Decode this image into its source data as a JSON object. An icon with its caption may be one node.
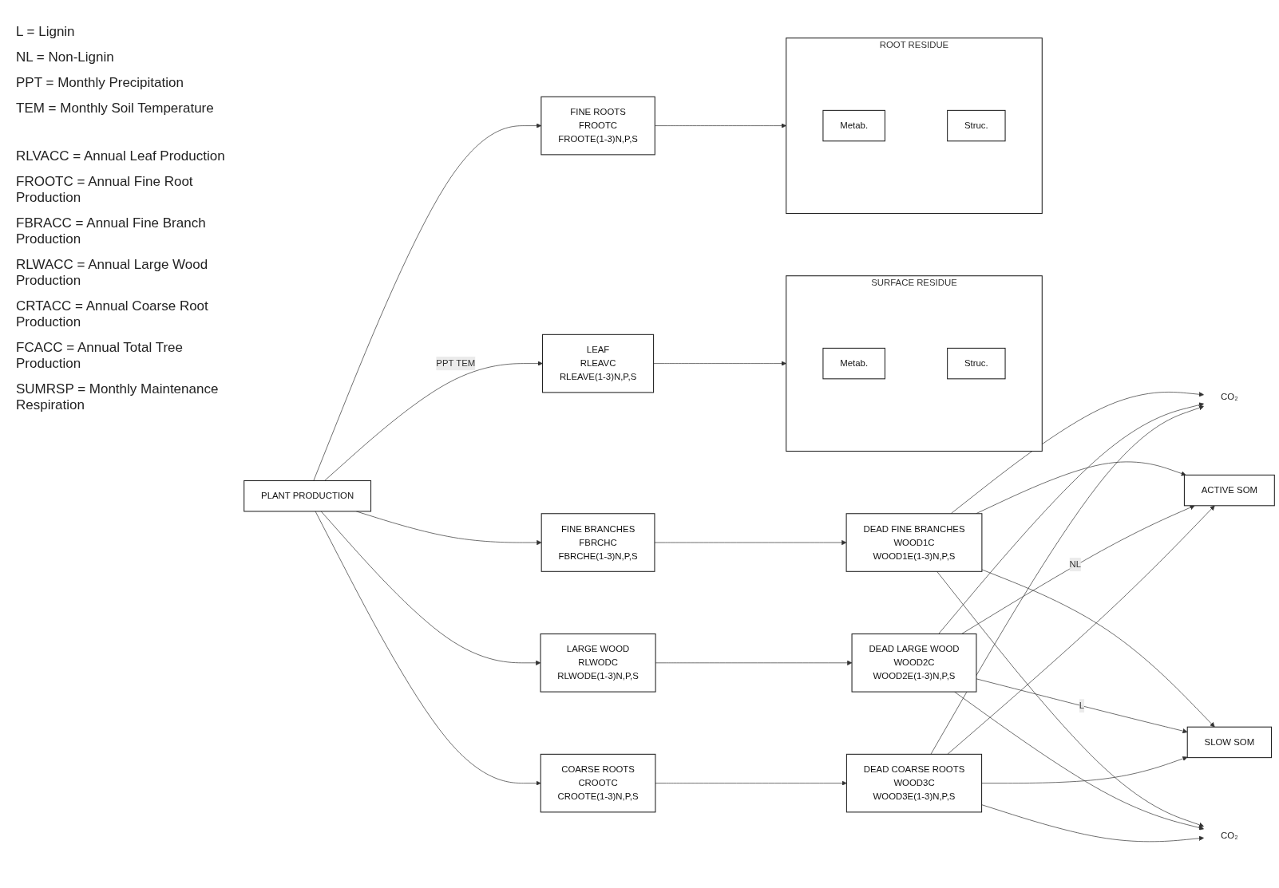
{
  "diagram": {
    "nodes": [
      {
        "text": [
          "PLANT PRODUCTION"
        ]
      },
      {
        "text": [
          "LEAF",
          "RLEAVC",
          "RLEAVE(1-3)N,P,S"
        ]
      },
      {
        "text": [
          "SURFACE RESIDUE"
        ]
      },
      {
        "text": [
          "Metab."
        ],
        "in": 2
      },
      {
        "text": [
          "Struc."
        ],
        "in": 2
      },
      {
        "text": [
          "FINE ROOTS",
          "FROOTC",
          "FROOTE(1-3)N,P,S"
        ]
      },
      {
        "text": [
          "ROOT RESIDUE"
        ]
      },
      {
        "text": [
          "Metab."
        ],
        "in": 6
      },
      {
        "text": [
          "Struc."
        ],
        "in": 6
      },
      {
        "text": [
          "CO₂"
        ]
      },
      {
        "text": [
          "ACTIVE SOM"
        ]
      },
      {
        "text": [
          "FINE BRANCHES",
          "FBRCHC",
          "FBRCHE(1-3)N,P,S"
        ]
      },
      {
        "text": [
          "DEAD FINE BRANCHES",
          "WOOD1C",
          "WOOD1E(1-3)N,P,S"
        ]
      },
      {
        "text": [
          "LARGE WOOD",
          "RLWODC",
          "RLWODE(1-3)N,P,S"
        ]
      },
      {
        "text": [
          "DEAD LARGE WOOD",
          "WOOD2C",
          "WOOD2E(1-3)N,P,S"
        ]
      },
      {
        "text": [
          "SLOW SOM"
        ]
      },
      {
        "text": [
          "CO₂"
        ]
      },
      {
        "text": [
          "COARSE ROOTS",
          "CROOTC",
          "CROOTE(1-3)N,P,S"
        ]
      },
      {
        "text": [
          "DEAD COARSE ROOTS",
          "WOOD3C",
          "WOOD3E(1-3)N,P,S"
        ]
      }
    ],
    "edges": [
      {
        "from": 0,
        "to": 1,
        "arrow": "to",
        "label": "PPT TEM"
      },
      {
        "from": 0,
        "to": 5,
        "arrow": "to"
      },
      {
        "from": 0,
        "to": 11,
        "arrow": "to"
      },
      {
        "from": 0,
        "to": 13,
        "arrow": "to"
      },
      {
        "from": 0,
        "to": 17,
        "arrow": "to"
      },
      {
        "from": 1,
        "to": 2,
        "arrow": "to"
      },
      {
        "from": 5,
        "to": 6,
        "arrow": "to"
      },
      {
        "from": 11,
        "to": 12,
        "arrow": "to"
      },
      {
        "from": 13,
        "to": 14,
        "arrow": "to"
      },
      {
        "from": 17,
        "to": 18,
        "arrow": "to"
      },
      {
        "from": 12,
        "to": 9,
        "arrow": "to"
      },
      {
        "from": 12,
        "to": 10,
        "arrow": "to"
      },
      {
        "from": 12,
        "to": 15,
        "arrow": "to"
      },
      {
        "from": 12,
        "to": 16,
        "arrow": "to"
      },
      {
        "from": 14,
        "to": 9,
        "arrow": "to"
      },
      {
        "from": 14,
        "to": 10,
        "arrow": "to",
        "label": "NL"
      },
      {
        "from": 14,
        "to": 15,
        "arrow": "to",
        "label": "L"
      },
      {
        "from": 14,
        "to": 16,
        "arrow": "to"
      },
      {
        "from": 18,
        "to": 9,
        "arrow": "to"
      },
      {
        "from": 18,
        "to": 10,
        "arrow": "to"
      },
      {
        "from": 18,
        "to": 15,
        "arrow": "to"
      },
      {
        "from": 18,
        "to": 16,
        "arrow": "to"
      }
    ],
    "labels": [
      "L = Lignin",
      "NL = Non-Lignin",
      "PPT = Monthly Precipitation",
      "TEM = Monthly Soil Temperature",
      "RLVACC = Annual Leaf Production",
      "FROOTC = Annual Fine Root Production",
      "FBRACC = Annual Fine Branch Production",
      "RLWACC = Annual Large Wood Production",
      "CRTACC = Annual Coarse Root Production",
      "FCACC = Annual Total Tree Production",
      "SUMRSP = Monthly Maintenance Respiration"
    ]
  }
}
